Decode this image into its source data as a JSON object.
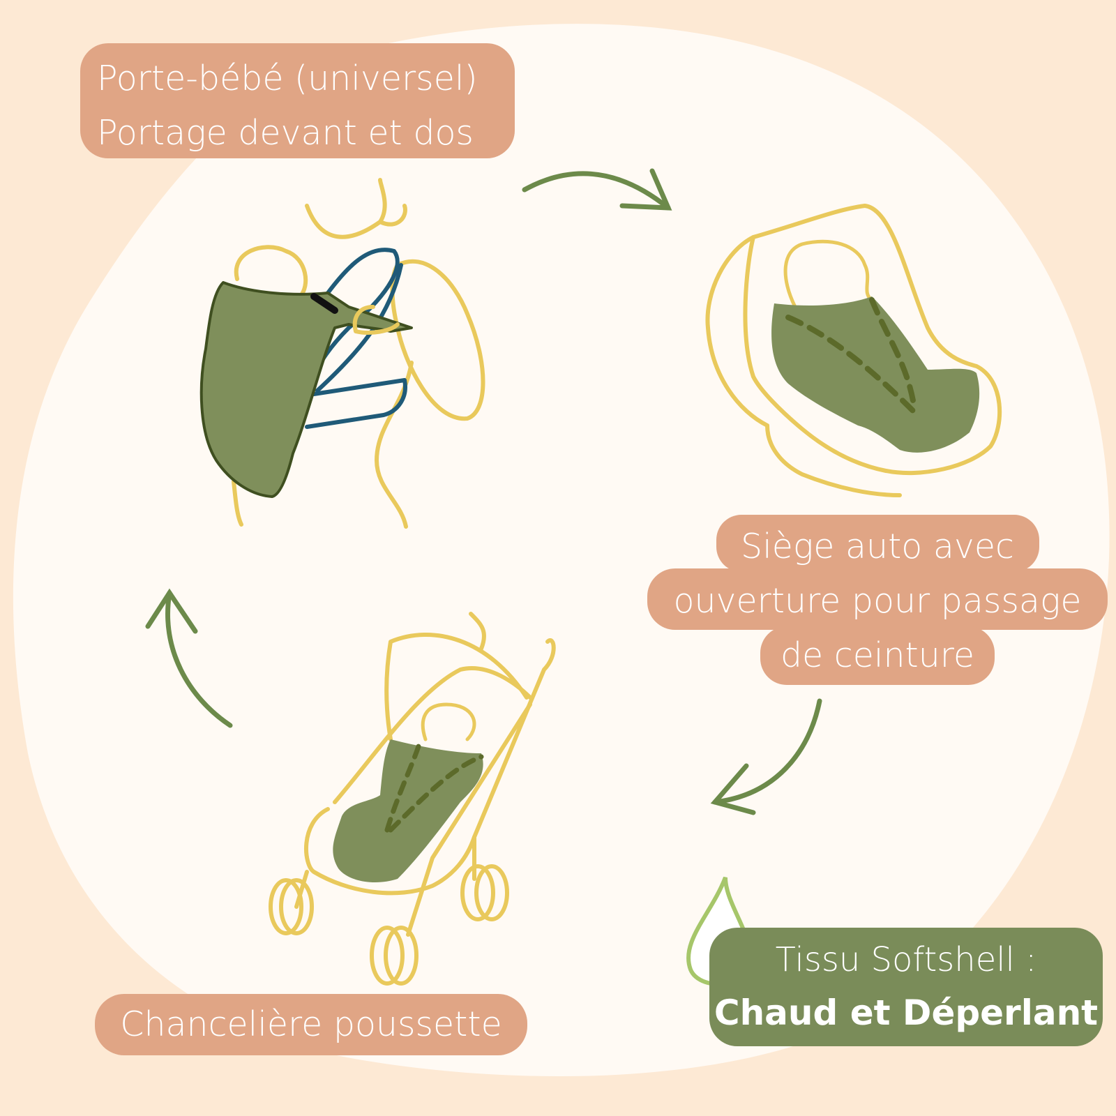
{
  "labels": {
    "carrier": {
      "line1": "Porte-bébé (universel)",
      "line2": "Portage devant et dos"
    },
    "car_seat": {
      "line1": "Siège auto avec",
      "line2": "ouverture pour passage",
      "line3": "de ceinture"
    },
    "stroller": {
      "text": "Chancelière poussette"
    },
    "fabric": {
      "line1": "Tissu Softshell :",
      "line2": "Chaud et Déperlant"
    }
  },
  "colors": {
    "background": "#fde9d4",
    "blob": "#fffaf4",
    "label_bg": "#e0a585",
    "fabric_label_bg": "#7a8c59",
    "outline_yellow": "#e9c95c",
    "cover_green": "#7f8f5b",
    "dark_green": "#4a5a2a",
    "strap_blue": "#1f5a78",
    "arrow_green": "#6c8a4a",
    "drop_green": "#a6c66a"
  },
  "icons": [
    "baby-carrier-illustration",
    "car-seat-illustration",
    "stroller-illustration",
    "water-drop-icon",
    "cycle-arrow-icon"
  ]
}
